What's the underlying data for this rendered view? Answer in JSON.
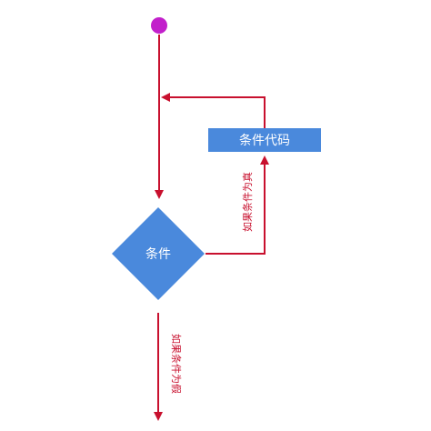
{
  "diagram": {
    "process_box": {
      "label": "条件代码"
    },
    "decision": {
      "label": "条件"
    },
    "true_branch_label": "如果条件为真",
    "false_branch_label": "如果条件为假"
  },
  "colors": {
    "start_node": "#c21fcb",
    "shape_fill": "#4a89dc",
    "arrow": "#c8102e",
    "shape_text": "#ffffff"
  }
}
